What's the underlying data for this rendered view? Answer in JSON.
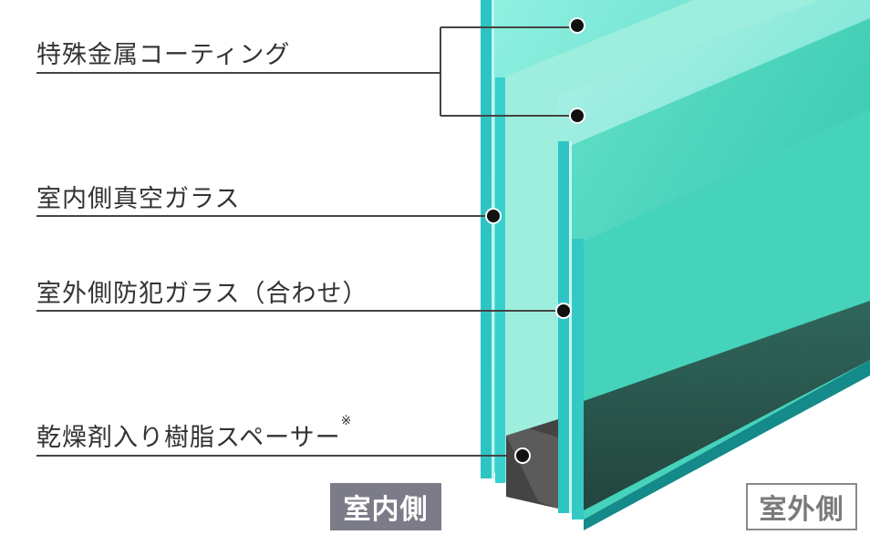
{
  "labels": {
    "coating": "特殊金属コーティング",
    "indoor_vacuum_glass": "室内側真空ガラス",
    "outdoor_security_glass": "室外側防犯ガラス（合わせ）",
    "spacer": "乾燥剤入り樹脂スペーサー",
    "spacer_note_mark": "※"
  },
  "badges": {
    "indoor": "室内側",
    "outdoor": "室外側"
  },
  "colors": {
    "glass_edge": "#2fc4c4",
    "glass_face": "#5fe0c8",
    "spacer": "#333333",
    "indoor_badge": "#7c7c88"
  }
}
